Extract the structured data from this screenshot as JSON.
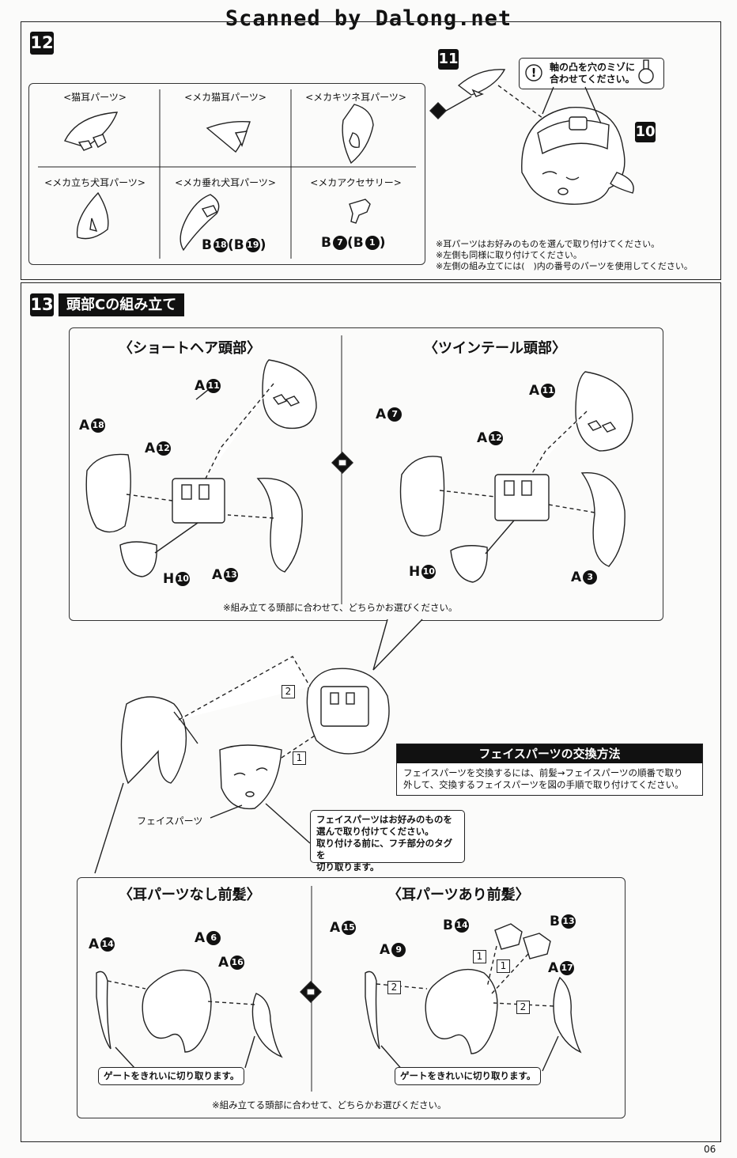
{
  "header": {
    "scan_credit": "Scanned by Dalong.net"
  },
  "step12": {
    "number": "12",
    "parts": [
      {
        "label": "<猫耳パーツ>",
        "code": ""
      },
      {
        "label": "<メカ猫耳パーツ>",
        "code": ""
      },
      {
        "label": "<メカキツネ耳パーツ>",
        "code": ""
      },
      {
        "label": "<メカ立ち犬耳パーツ>",
        "code": ""
      },
      {
        "label": "<メカ垂れ犬耳パーツ>",
        "code_prefix": "B",
        "code_num": "18",
        "code_alt_prefix": "(B",
        "code_alt_num": "19",
        "code_close": ")"
      },
      {
        "label": "<メカアクセサリー>",
        "code_prefix": "B",
        "code_num": "7",
        "code_alt_prefix": "(B",
        "code_alt_num": "1",
        "code_close": ")"
      }
    ],
    "head_part_num": "11",
    "head_num": "10",
    "tip": "軸の凸を穴のミゾに\n合わせてください。",
    "notes": [
      "※耳パーツはお好みのものを選んで取り付けてください。",
      "※左側も同様に取り付けてください。",
      "※左側の組み立てには(　)内の番号のパーツを使用してください。"
    ]
  },
  "step13": {
    "number": "13",
    "title": "頭部Cの組み立て",
    "short_hair": {
      "title": "〈ショートヘア頭部〉",
      "labels": [
        {
          "p": "A",
          "n": "11"
        },
        {
          "p": "A",
          "n": "18"
        },
        {
          "p": "A",
          "n": "12"
        },
        {
          "p": "H",
          "n": "10"
        },
        {
          "p": "A",
          "n": "13"
        }
      ]
    },
    "twin_tail": {
      "title": "〈ツインテール頭部〉",
      "labels": [
        {
          "p": "A",
          "n": "11"
        },
        {
          "p": "A",
          "n": "7"
        },
        {
          "p": "A",
          "n": "12"
        },
        {
          "p": "H",
          "n": "10"
        },
        {
          "p": "A",
          "n": "3"
        }
      ]
    },
    "select_note": "※組み立てる頭部に合わせて、どちらかお選びください。",
    "seq1": "1",
    "seq2": "2",
    "face_label": "フェイスパーツ",
    "face_callout": "フェイスパーツはお好みのものを\n選んで取り付けてください。\n取り付ける前に、フチ部分のタグを\n切り取ります。",
    "exchange": {
      "title": "フェイスパーツの交換方法",
      "body": "フェイスパーツを交換するには、前髪→フェイスパーツの順番で取り\n外して、交換するフェイスパーツを図の手順で取り付けてください。"
    },
    "no_ear": {
      "title": "〈耳パーツなし前髪〉",
      "labels": [
        {
          "p": "A",
          "n": "14"
        },
        {
          "p": "A",
          "n": "6"
        },
        {
          "p": "A",
          "n": "16"
        }
      ],
      "gate": "ゲートをきれいに切り取ります。"
    },
    "with_ear": {
      "title": "〈耳パーツあり前髪〉",
      "labels": [
        {
          "p": "A",
          "n": "15"
        },
        {
          "p": "B",
          "n": "14"
        },
        {
          "p": "B",
          "n": "13"
        },
        {
          "p": "A",
          "n": "9"
        },
        {
          "p": "A",
          "n": "17"
        }
      ],
      "seq": [
        "1",
        "1",
        "2",
        "2"
      ],
      "gate": "ゲートをきれいに切り取ります。"
    },
    "bottom_note": "※組み立てる頭部に合わせて、どちらかお選びください。"
  },
  "page_number": "06"
}
